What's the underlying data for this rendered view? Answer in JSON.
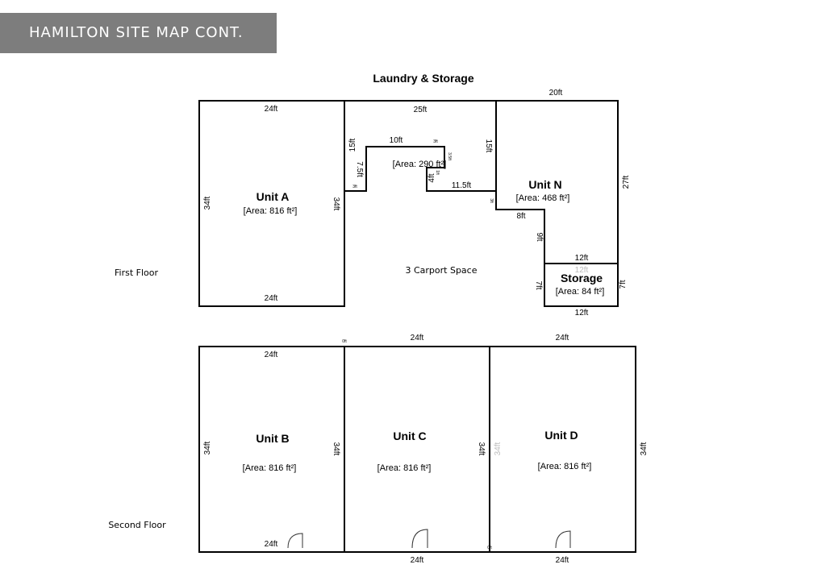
{
  "header": {
    "title": "HAMILTON SITE MAP CONT."
  },
  "plan": {
    "section_title": "Laundry & Storage",
    "floors": {
      "first": "First Floor",
      "second": "Second Floor"
    },
    "carport": "3 Carport Space",
    "units": {
      "unit_a": {
        "name": "Unit A",
        "area": "[Area: 816 ft²]"
      },
      "laundry": {
        "area": "[Area: 290 ft²]"
      },
      "unit_n": {
        "name": "Unit N",
        "area": "[Area: 468 ft²]"
      },
      "storage": {
        "name": "Storage",
        "area": "[Area: 84 ft²]"
      },
      "unit_b": {
        "name": "Unit B",
        "area": "[Area: 816 ft²]"
      },
      "unit_c": {
        "name": "Unit C",
        "area": "[Area: 816 ft²]"
      },
      "unit_d": {
        "name": "Unit D",
        "area": "[Area: 816 ft²]"
      }
    },
    "dims": {
      "a_top": "24ft",
      "a_bottom": "24ft",
      "a_left": "34ft",
      "a_right": "34ft",
      "l_top": "25ft",
      "l_left": "15ft",
      "l_inner_top": "10ft",
      "l_step": "7.5ft",
      "l_tiny_left": "3ft",
      "l_tiny_top": "3ft",
      "l_tiny_right": "3.5ft",
      "l_inner_v": "4ft",
      "l_tiny_mid": "1ft",
      "l_bottom": "11.5ft",
      "l_right": "15ft",
      "n_top": "20ft",
      "n_right": "27ft",
      "n_step_v": "3ft",
      "n_step_h": "8ft",
      "n_inner_v": "9ft",
      "s_top": "12ft",
      "s_top_faint": "12ft",
      "s_left": "7ft",
      "s_right": "7ft",
      "s_bottom": "12ft",
      "b_top": "24ft",
      "b_left": "34ft",
      "b_right": "34ft",
      "b_bottom": "24ft",
      "c_top": "24ft",
      "c_right": "34ft",
      "c_bottom": "24ft",
      "c_tiny_top": "0ft",
      "c_tiny_bottom": "0ft",
      "d_top": "24ft",
      "d_left_faint": "34ft",
      "d_right": "34ft",
      "d_bottom": "24ft"
    }
  }
}
